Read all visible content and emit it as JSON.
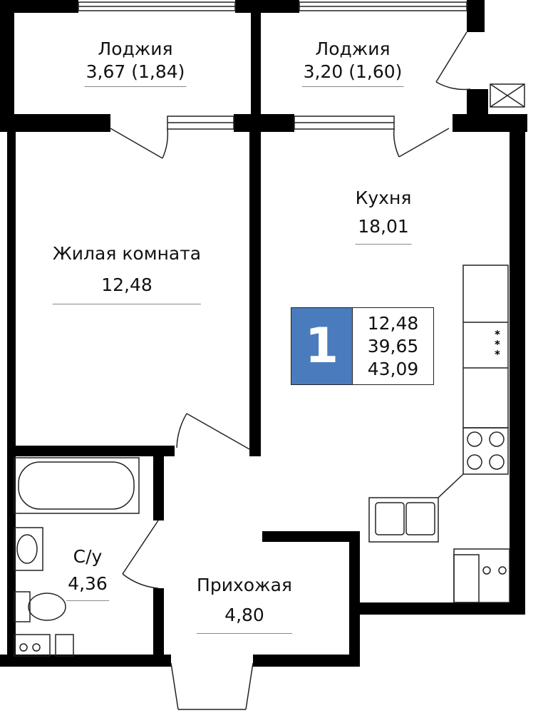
{
  "rooms": [
    {
      "name": "Лоджия",
      "area": "3,67 (1,84)"
    },
    {
      "name": "Лоджия",
      "area": "3,20 (1,60)"
    },
    {
      "name": "Кухня",
      "area": "18,01"
    },
    {
      "name": "Жилая комната",
      "area": "12,48"
    },
    {
      "name": "С/у",
      "area": "4,36"
    },
    {
      "name": "Прихожая",
      "area": "4,80"
    }
  ],
  "badge": {
    "rooms_count": "1",
    "living_area": "12,48",
    "total_area": "39,65",
    "total_with_loggia": "43,09",
    "color": "#4a7bbd"
  },
  "kitchen_mark": "***"
}
